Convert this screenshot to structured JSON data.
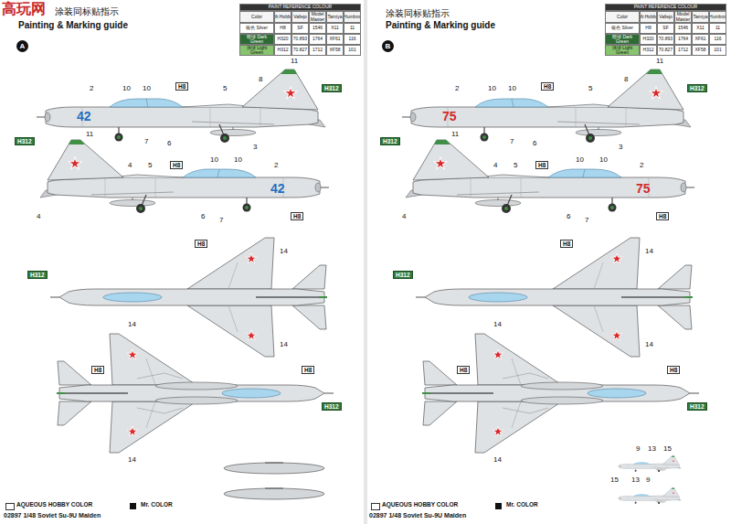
{
  "diagram": {
    "nodes": [
      {
        "text": [
          "A"
        ]
      },
      {
        "text": [
          "B"
        ]
      }
    ],
    "labels": [
      "高玩网",
      "涂装同标贴指示",
      "Painting & Marking guide",
      "PAINT REFERENCE COLOUR",
      "Color",
      "Mr.Hobby",
      "Vallejo",
      "Model Master",
      "Tamiya",
      "Humbrol",
      "银色 Silver",
      "H8",
      "SF",
      "1546",
      "X11",
      "11",
      "暗绿 Dark Green",
      "H320",
      "70.893",
      "1764",
      "XF61",
      "116",
      "浅绿 Light Green",
      "H312",
      "70.827",
      "1712",
      "XF58",
      "101",
      "2",
      "10",
      "10",
      "H8",
      "5",
      "8",
      "11",
      "H312",
      "42",
      "7",
      "6",
      "3",
      "H312",
      "11",
      "4",
      "5",
      "H8",
      "10",
      "10",
      "2",
      "42",
      "4",
      "6",
      "7",
      "H8",
      "H8",
      "14",
      "H312",
      "14",
      "14",
      "H8",
      "H8",
      "H312",
      "14",
      "涂装同标贴指示",
      "Painting & Marking guide",
      "PAINT REFERENCE COLOUR",
      "Color",
      "Mr.Hobby",
      "Vallejo",
      "Model Master",
      "Tamiya",
      "Humbrol",
      "银色 Silver",
      "H8",
      "SF",
      "1546",
      "X11",
      "11",
      "暗绿 Dark Green",
      "H320",
      "70.893",
      "1764",
      "XF61",
      "116",
      "浅绿 Light Green",
      "H312",
      "70.827",
      "1712",
      "XF58",
      "101",
      "2",
      "10",
      "10",
      "H8",
      "5",
      "8",
      "11",
      "H312",
      "75",
      "7",
      "6",
      "3",
      "H312",
      "11",
      "4",
      "5",
      "H8",
      "10",
      "10",
      "2",
      "75",
      "4",
      "6",
      "7",
      "H8",
      "H8",
      "14",
      "H312",
      "14",
      "14",
      "H8",
      "H8",
      "H312",
      "14",
      "9",
      "13",
      "15",
      "15",
      "13",
      "9",
      "02897 1/48 Soviet Su-9U Maiden",
      "02897 1/48 Soviet Su-9U Maiden"
    ],
    "legend": [
      {
        "text": "AQUEOUS HOBBY COLOR"
      },
      {
        "text": "Mr. COLOR",
        "color": "#111111"
      },
      {
        "text": "AQUEOUS HOBBY COLOR"
      },
      {
        "text": "Mr. COLOR",
        "color": "#111111"
      }
    ]
  }
}
